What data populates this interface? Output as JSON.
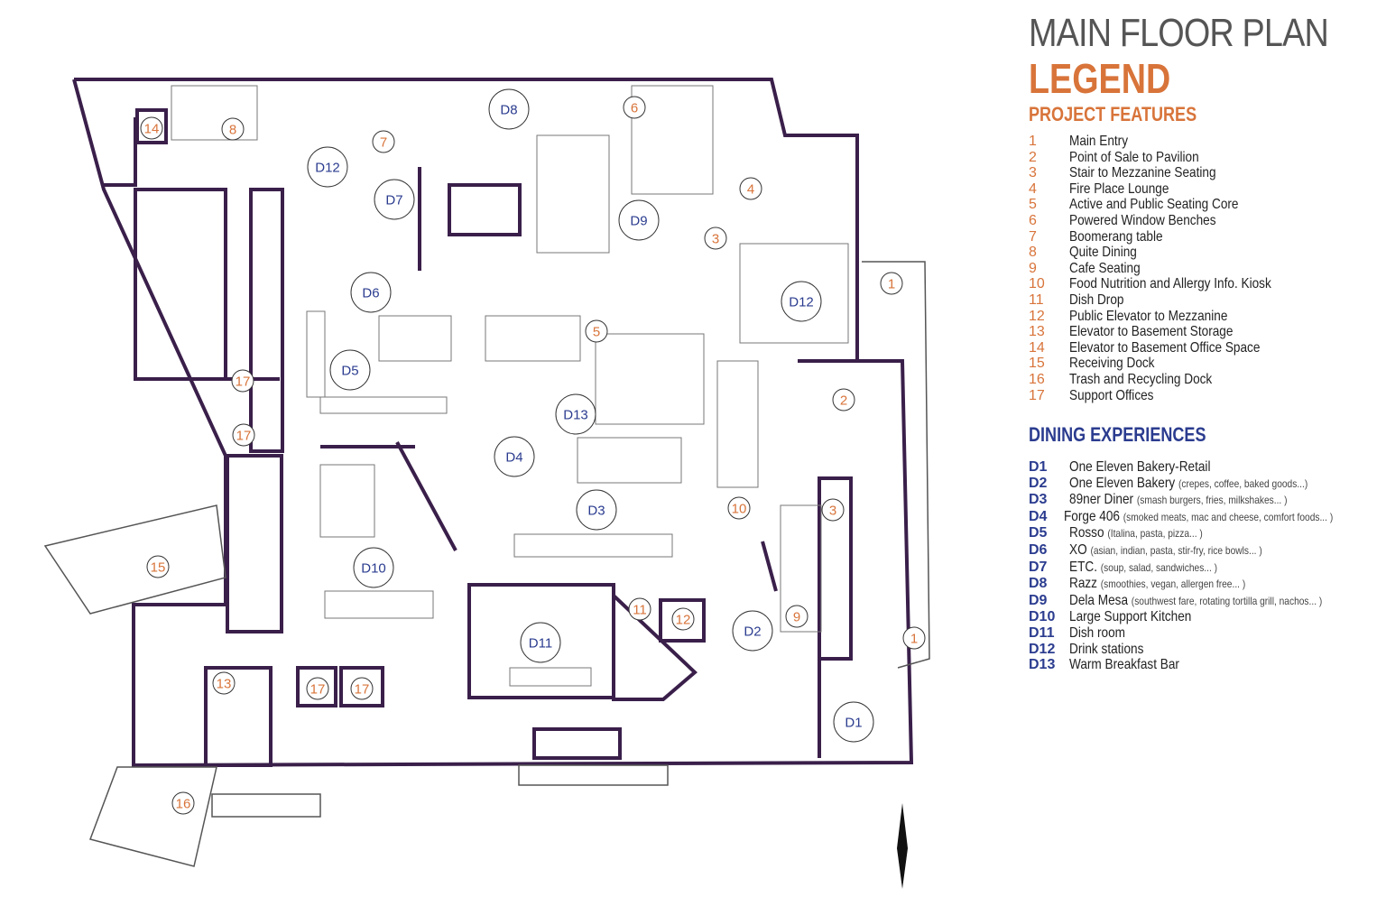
{
  "header": {
    "title": "MAIN FLOOR PLAN",
    "legend_title": "LEGEND"
  },
  "colors": {
    "wall": "#3a1f4a",
    "feature_marker": "#d8743a",
    "dining_marker": "#2b3c8f"
  },
  "project_features": {
    "heading": "PROJECT FEATURES",
    "items": [
      {
        "key": "1",
        "label": "Main Entry"
      },
      {
        "key": "2",
        "label": "Point of Sale to Pavilion"
      },
      {
        "key": "3",
        "label": "Stair to Mezzanine Seating"
      },
      {
        "key": "4",
        "label": "Fire Place Lounge"
      },
      {
        "key": "5",
        "label": "Active and Public Seating Core"
      },
      {
        "key": "6",
        "label": "Powered Window Benches"
      },
      {
        "key": "7",
        "label": "Boomerang table"
      },
      {
        "key": "8",
        "label": "Quite Dining"
      },
      {
        "key": "9",
        "label": "Cafe Seating"
      },
      {
        "key": "10",
        "label": "Food Nutrition and Allergy Info. Kiosk"
      },
      {
        "key": "11",
        "label": "Dish Drop"
      },
      {
        "key": "12",
        "label": "Public Elevator to Mezzanine"
      },
      {
        "key": "13",
        "label": "Elevator to Basement Storage"
      },
      {
        "key": "14",
        "label": "Elevator to Basement Office Space"
      },
      {
        "key": "15",
        "label": "Receiving Dock"
      },
      {
        "key": "16",
        "label": "Trash and Recycling Dock"
      },
      {
        "key": "17",
        "label": "Support Offices"
      }
    ]
  },
  "dining_experiences": {
    "heading": "DINING EXPERIENCES",
    "items": [
      {
        "key": "D1",
        "label": "One Eleven Bakery-Retail",
        "note": ""
      },
      {
        "key": "D2",
        "label": "One Eleven Bakery",
        "note": "(crepes, coffee, baked goods...)"
      },
      {
        "key": "D3",
        "label": "89ner Diner",
        "note": "(smash burgers, fries, milkshakes... )"
      },
      {
        "key": "D4",
        "label": "Forge 406",
        "note": "(smoked meats, mac and cheese, comfort foods... )"
      },
      {
        "key": "D5",
        "label": "Rosso",
        "note": "(Italina, pasta, pizza... )"
      },
      {
        "key": "D6",
        "label": "XO",
        "note": "(asian, indian, pasta, stir-fry, rice bowls... )"
      },
      {
        "key": "D7",
        "label": "ETC.",
        "note": "(soup, salad, sandwiches... )"
      },
      {
        "key": "D8",
        "label": "Razz",
        "note": "(smoothies, vegan, allergen free... )"
      },
      {
        "key": "D9",
        "label": "Dela Mesa",
        "note": "(southwest fare, rotating tortilla grill, nachos... )"
      },
      {
        "key": "D10",
        "label": "Large Support Kitchen",
        "note": ""
      },
      {
        "key": "D11",
        "label": "Dish room",
        "note": ""
      },
      {
        "key": "D12",
        "label": "Drink stations",
        "note": ""
      },
      {
        "key": "D13",
        "label": "Warm Breakfast Bar",
        "note": ""
      }
    ]
  },
  "map": {
    "feature_markers": [
      "14",
      "8",
      "7",
      "6",
      "4",
      "3",
      "1",
      "5",
      "17",
      "2",
      "17",
      "10",
      "3",
      "15",
      "11",
      "12",
      "9",
      "1",
      "13",
      "17",
      "17",
      "16"
    ],
    "dining_markers": [
      "D8",
      "D12",
      "D7",
      "D9",
      "D12",
      "D6",
      "D5",
      "D13",
      "D4",
      "D3",
      "D10",
      "D11",
      "D2",
      "D1"
    ]
  }
}
